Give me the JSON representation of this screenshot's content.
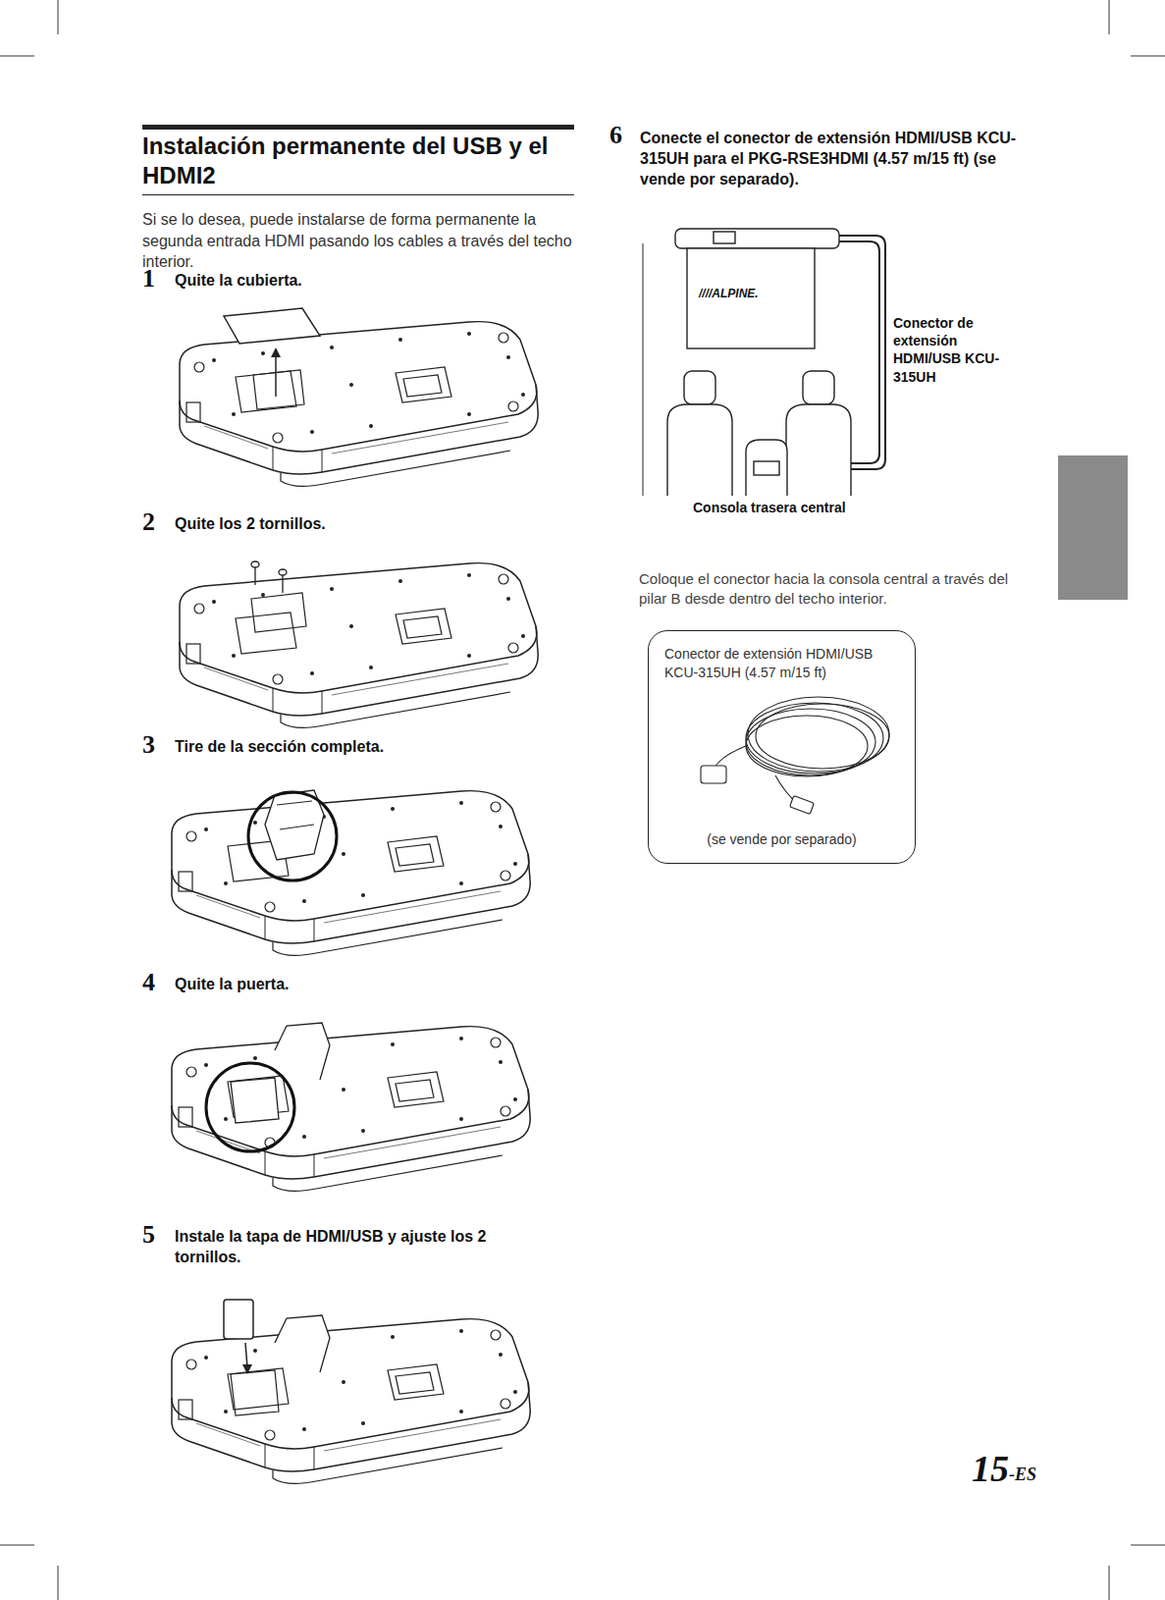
{
  "diagram": {
    "title": "Instalación permanente del USB y el HDMI2",
    "nodes": [
      {
        "text": [
          "Conector de extensión HDMI/USB KCU-315UH (4.57 m/15 ft)",
          "(se vende por separado)"
        ]
      }
    ],
    "labels": [
      "Si se lo desea, puede instalarse de forma permanente la segunda entrada HDMI pasando los cables a través del techo interior.",
      "1",
      "Quite la cubierta.",
      "2",
      "Quite los 2 tornillos.",
      "3",
      "Tire de la sección completa.",
      "4",
      "Quite la puerta.",
      "5",
      "Instale la tapa de HDMI/USB y ajuste los 2 tornillos.",
      "6",
      "Conecte el conector de extensión HDMI/USB KCU-315UH para el PKG-RSE3HDMI (4.57 m/15 ft) (se vende por separado).",
      "////ALPINE.",
      "Conector de extensión HDMI/USB KCU-315UH",
      "Consola trasera central",
      "Coloque el conector hacia la consola central a través del pilar B desde dentro del techo interior.",
      "15",
      "-ES"
    ]
  }
}
